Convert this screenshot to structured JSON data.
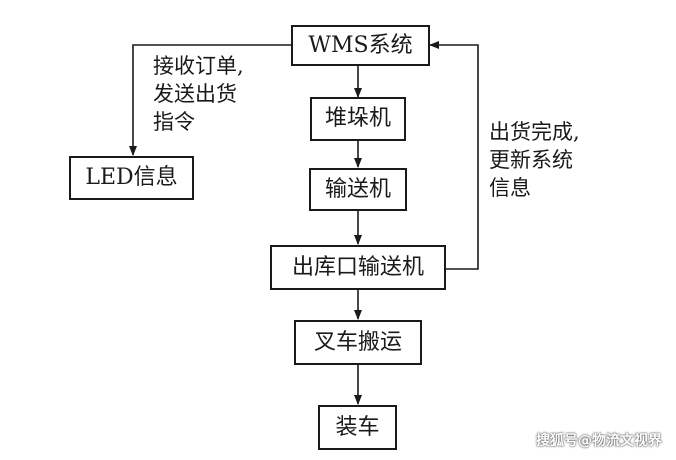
{
  "nodes": {
    "wms": "WMS系统",
    "stacker": "堆垛机",
    "conveyor": "输送机",
    "exit_conveyor": "出库口输送机",
    "forklift": "叉车搬运",
    "loading": "装车",
    "led": "LED信息"
  },
  "edge_labels": {
    "to_led": [
      "接收订单,",
      "发送出货",
      "指令"
    ],
    "feedback": [
      "出货完成,",
      "更新系统",
      "信息"
    ]
  },
  "watermark": "搜狐号@物流文视界",
  "colors": {
    "stroke": "#1a1a1a",
    "background": "#ffffff"
  }
}
